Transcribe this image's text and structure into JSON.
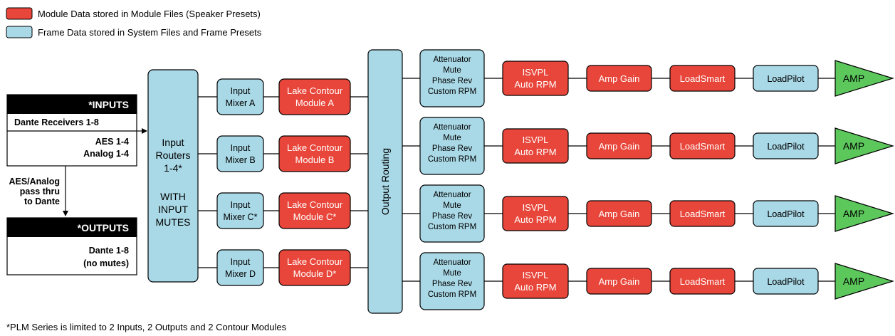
{
  "colors": {
    "module": "#e8463a",
    "frame": "#a9d8e6",
    "amp": "#5cc85c",
    "ink": "#000000"
  },
  "legend": {
    "module": "Module Data stored in Module Files (Speaker Presets)",
    "frame": "Frame Data stored in System Files and Frame Presets"
  },
  "inputs": {
    "header": "*INPUTS",
    "line1": "Dante Receivers 1-8",
    "line2": "AES 1-4",
    "line3": "Analog 1-4"
  },
  "passthru": [
    "AES/Analog",
    "pass thru",
    "to Dante"
  ],
  "outputs": {
    "header": "*OUTPUTS",
    "line1": "Dante 1-8",
    "line2": "(no mutes)"
  },
  "routers": [
    "Input",
    "Routers",
    "1-4*",
    "",
    "WITH",
    "INPUT",
    "MUTES"
  ],
  "mixers": [
    [
      "Input",
      "Mixer A"
    ],
    [
      "Input",
      "Mixer B"
    ],
    [
      "Input",
      "Mixer C*"
    ],
    [
      "Input",
      "Mixer D"
    ]
  ],
  "contours": [
    [
      "Lake Contour",
      "Module A"
    ],
    [
      "Lake Contour",
      "Module B"
    ],
    [
      "Lake Contour",
      "Module C*"
    ],
    [
      "Lake Contour",
      "Module D*"
    ]
  ],
  "output_routing": "Output Routing",
  "attenuator": [
    "Attenuator",
    "Mute",
    "Phase Rev",
    "Custom RPM"
  ],
  "isvpl": [
    "ISVPL",
    "Auto RPM"
  ],
  "amp_gain": "Amp Gain",
  "loadsmart": "LoadSmart",
  "loadpilot": "LoadPilot",
  "amp": "AMP",
  "footnote": "*PLM Series is limited to 2 Inputs, 2 Outputs and 2 Contour Modules"
}
